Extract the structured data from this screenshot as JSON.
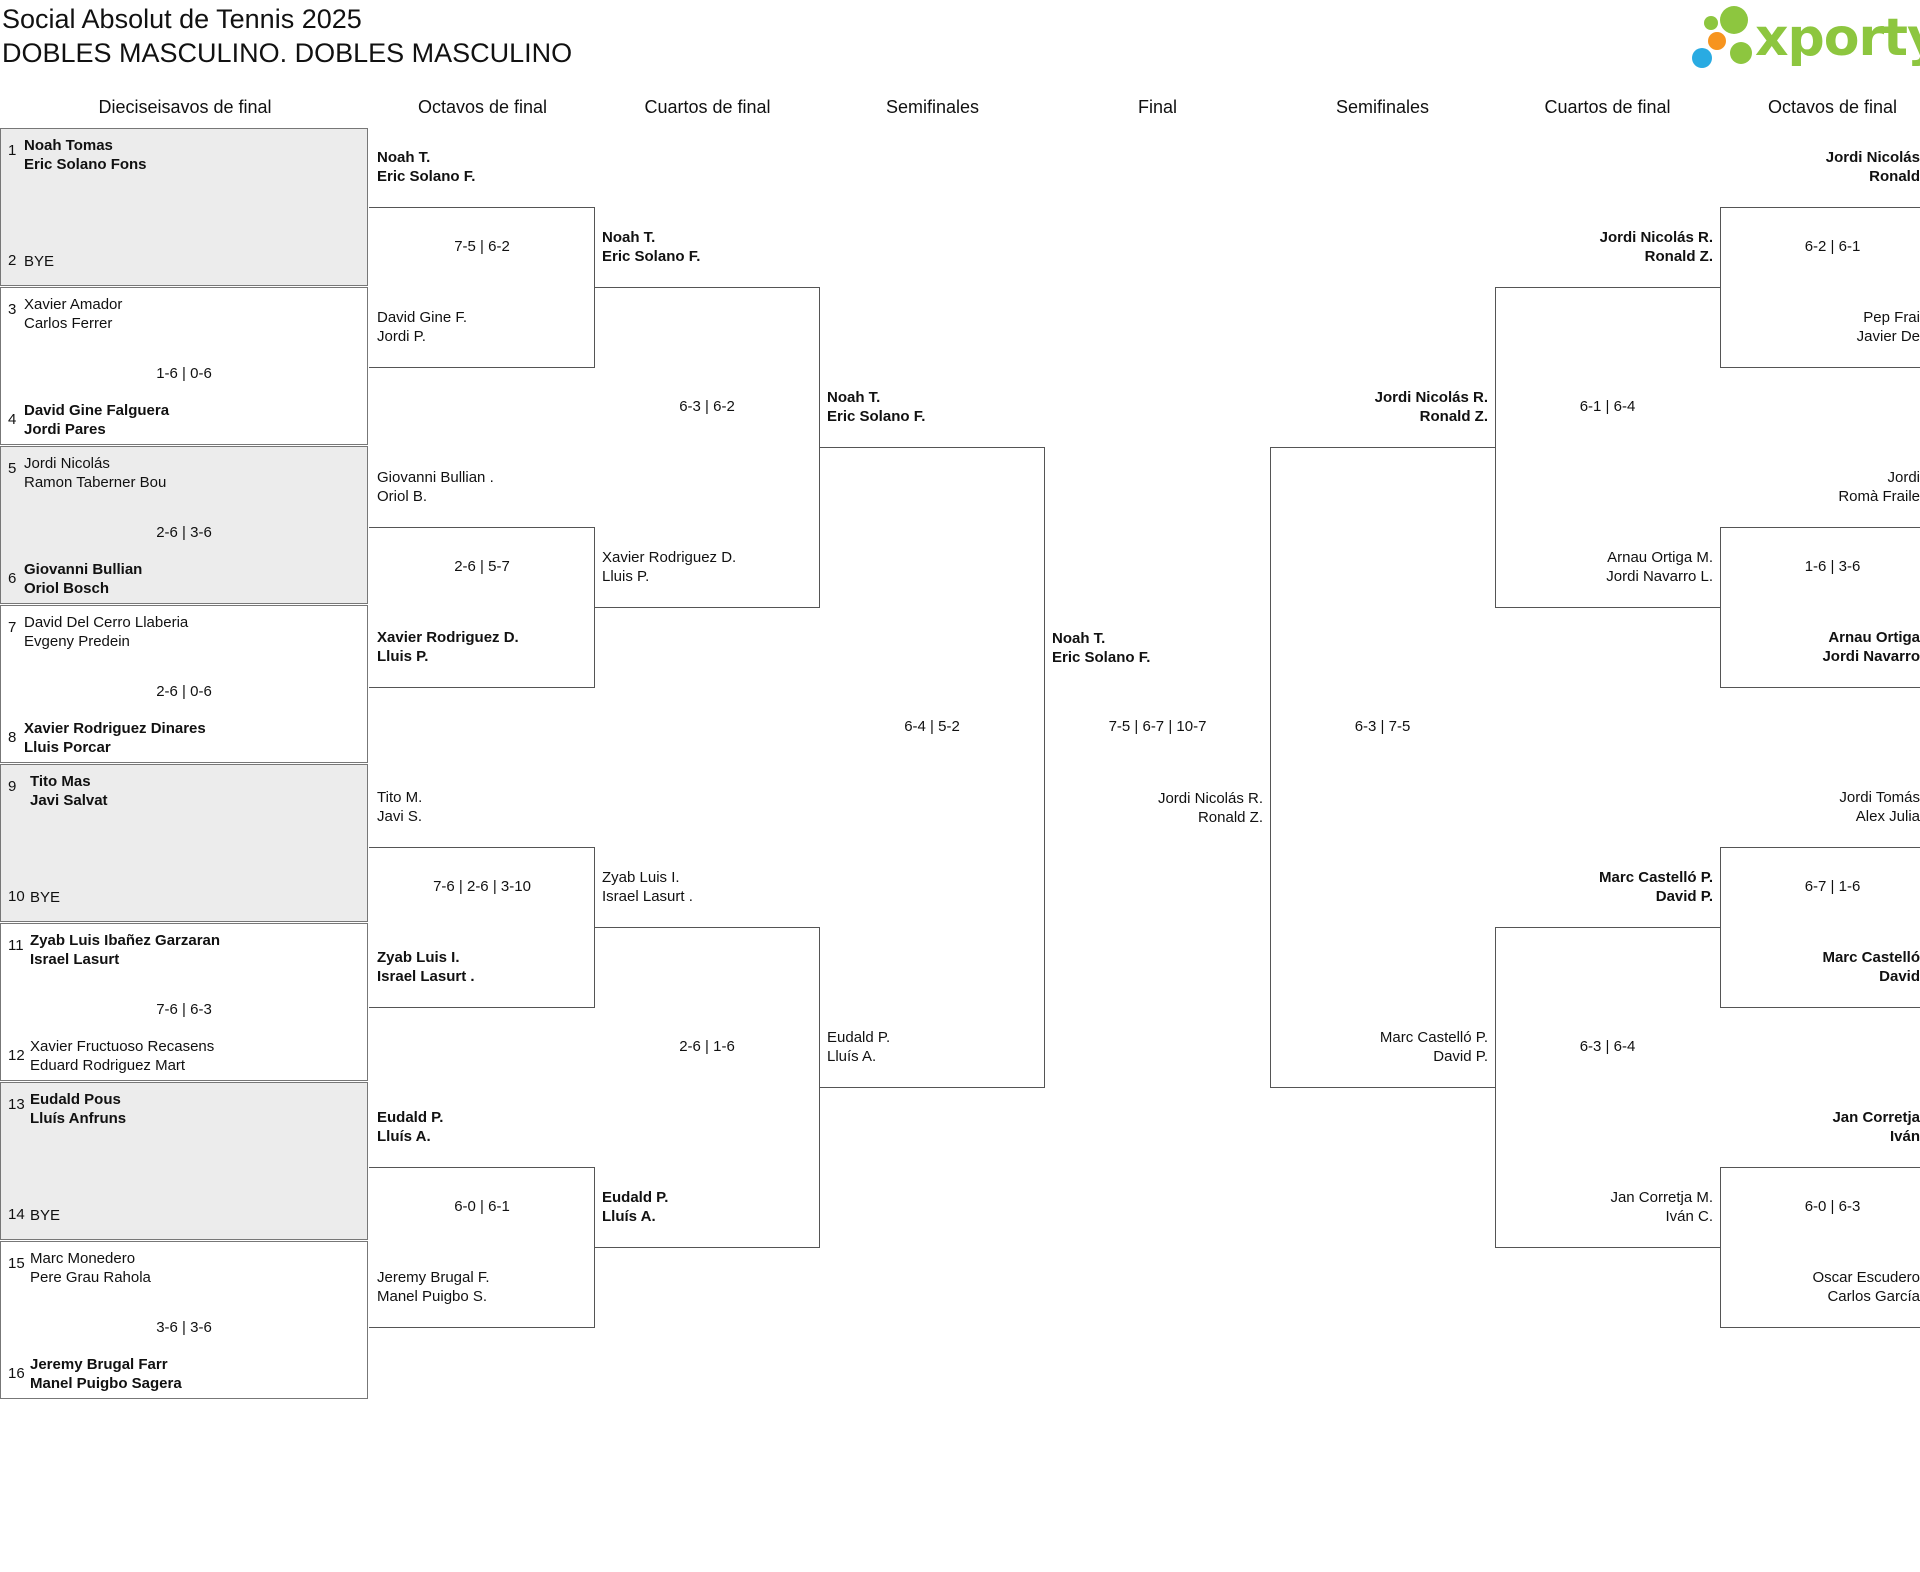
{
  "header": {
    "title": "Social Absolut de Tennis 2025",
    "subtitle": "DOBLES MASCULINO. DOBLES MASCULINO",
    "logo_text": "xporty",
    "logo_colors": {
      "green": "#8dc63f",
      "orange": "#f7941d",
      "blue": "#29abe2"
    }
  },
  "rounds": [
    "Dieciseisavos de final",
    "Octavos de final",
    "Cuartos de final",
    "Semifinales",
    "Final",
    "Semifinales",
    "Cuartos de final",
    "Octavos de final"
  ],
  "r1": {
    "seeds": [
      "1",
      "2",
      "3",
      "4",
      "5",
      "6",
      "7",
      "8",
      "9",
      "10",
      "11",
      "12",
      "13",
      "14",
      "15",
      "16"
    ],
    "matches": [
      {
        "a1": "Noah Tomas",
        "a2": "Eric Solano Fons",
        "b1": "BYE",
        "b2": "",
        "score": ""
      },
      {
        "a1": "Xavier Amador",
        "a2": "Carlos Ferrer",
        "b1": "David Gine Falguera",
        "b2": "Jordi Pares",
        "score": "1-6 | 0-6"
      },
      {
        "a1": "Jordi Nicolás",
        "a2": "Ramon Taberner Bou",
        "b1": "Giovanni Bullian",
        "b2": "Oriol Bosch",
        "score": "2-6 | 3-6"
      },
      {
        "a1": "David Del Cerro Llaberia",
        "a2": "Evgeny Predein",
        "b1": "Xavier Rodriguez Dinares",
        "b2": "Lluis Porcar",
        "score": "2-6 | 0-6"
      },
      {
        "a1": "Tito Mas",
        "a2": "Javi Salvat",
        "b1": "BYE",
        "b2": "",
        "score": ""
      },
      {
        "a1": "Zyab Luis Ibañez Garzaran",
        "a2": "Israel Lasurt",
        "b1": "Xavier Fructuoso Recasens",
        "b2": "Eduard Rodriguez Mart",
        "score": "7-6 | 6-3"
      },
      {
        "a1": "Eudald Pous",
        "a2": "Lluís Anfruns",
        "b1": "BYE",
        "b2": "",
        "score": ""
      },
      {
        "a1": "Marc Monedero",
        "a2": "Pere Grau Rahola",
        "b1": "Jeremy Brugal Farr",
        "b2": "Manel Puigbo Sagera",
        "score": "3-6 | 3-6"
      }
    ]
  },
  "r2_left": [
    {
      "a1": "Noah T.",
      "a2": "Eric Solano F.",
      "b1": "David Gine F.",
      "b2": "Jordi P.",
      "score": "7-5 | 6-2"
    },
    {
      "a1": "Giovanni Bullian .",
      "a2": "Oriol B.",
      "b1": "Xavier Rodriguez D.",
      "b2": "Lluis P.",
      "score": "2-6 | 5-7"
    },
    {
      "a1": "Tito M.",
      "a2": "Javi S.",
      "b1": "Zyab Luis I.",
      "b2": "Israel Lasurt .",
      "score": "7-6 | 2-6 | 3-10"
    },
    {
      "a1": "Eudald P.",
      "a2": "Lluís A.",
      "b1": "Jeremy Brugal F.",
      "b2": "Manel Puigbo S.",
      "score": "6-0 | 6-1"
    }
  ],
  "qf_left": [
    {
      "a1": "Noah T.",
      "a2": "Eric Solano F.",
      "b1": "Xavier Rodriguez D.",
      "b2": "Lluis P.",
      "score": "6-3 | 6-2"
    },
    {
      "a1": "Zyab Luis I.",
      "a2": "Israel Lasurt .",
      "b1": "Eudald P.",
      "b2": "Lluís A.",
      "score": "2-6 | 1-6"
    }
  ],
  "sf_left": {
    "a1": "Noah T.",
    "a2": "Eric Solano F.",
    "b1": "Eudald P.",
    "b2": "Lluís A.",
    "score": "6-4 | 5-2"
  },
  "final": {
    "a1": "Noah T.",
    "a2": "Eric Solano F.",
    "b1": "Jordi Nicolás R.",
    "b2": "Ronald Z.",
    "score": "7-5 | 6-7 | 10-7"
  },
  "sf_right": {
    "a1": "Jordi Nicolás R.",
    "a2": "Ronald Z.",
    "b1": "Marc Castelló P.",
    "b2": "David P.",
    "score": "6-3 | 7-5"
  },
  "qf_right": [
    {
      "a1": "Jordi Nicolás R.",
      "a2": "Ronald Z.",
      "b1": "Arnau Ortiga M.",
      "b2": "Jordi Navarro L.",
      "score": "6-1 | 6-4"
    },
    {
      "a1": "Marc Castelló P.",
      "a2": "David P.",
      "b1": "Jan Corretja M.",
      "b2": "Iván C.",
      "score": "6-3 | 6-4"
    }
  ],
  "r2_right": [
    {
      "a1": "Jordi Nicolás",
      "a2": "Ronald",
      "b1": "Pep Frai",
      "b2": "Javier De",
      "score": "6-2 | 6-1"
    },
    {
      "a1": "Jordi",
      "a2": "Romà Fraile",
      "b1": "Arnau Ortiga",
      "b2": "Jordi Navarro",
      "score": "1-6 | 3-6"
    },
    {
      "a1": "Jordi Tomás",
      "a2": "Alex Julia",
      "b1": "Marc Castelló",
      "b2": "David",
      "score": "6-7 | 1-6"
    },
    {
      "a1": "Jan Corretja",
      "a2": "Iván",
      "b1": "Oscar Escudero",
      "b2": "Carlos García",
      "score": "6-0 | 6-3"
    }
  ]
}
